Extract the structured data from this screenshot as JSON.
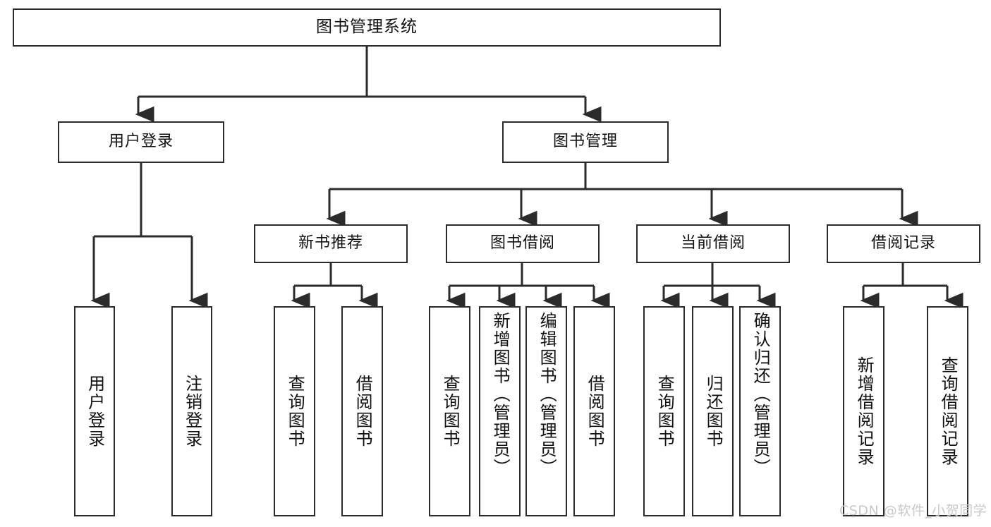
{
  "diagram": {
    "type": "tree-hierarchy-chart",
    "title": "图书管理系统",
    "watermark": "CSDN @软件_小贺同学",
    "colors": {
      "stroke": "#2b2b2b",
      "box_fill": "#ffffff",
      "text": "#111111",
      "watermark": "#c9c9c9",
      "background": "#ffffff"
    },
    "nodes": {
      "root": {
        "label": "图书管理系统"
      },
      "level1": [
        {
          "label": "用户登录"
        },
        {
          "label": "图书管理"
        }
      ],
      "level2": [
        {
          "label": "新书推荐"
        },
        {
          "label": "图书借阅"
        },
        {
          "label": "当前借阅"
        },
        {
          "label": "借阅记录"
        }
      ],
      "leaves": [
        {
          "label": "用户登录",
          "parent": "用户登录"
        },
        {
          "label": "注销登录",
          "parent": "用户登录"
        },
        {
          "label": "查询图书",
          "parent": "新书推荐"
        },
        {
          "label": "借阅图书",
          "parent": "新书推荐"
        },
        {
          "label": "查询图书",
          "parent": "图书借阅"
        },
        {
          "label": "新增图书（管理员）",
          "parent": "图书借阅"
        },
        {
          "label": "编辑图书（管理员）",
          "parent": "图书借阅"
        },
        {
          "label": "借阅图书",
          "parent": "图书借阅"
        },
        {
          "label": "查询图书",
          "parent": "当前借阅"
        },
        {
          "label": "归还图书",
          "parent": "当前借阅"
        },
        {
          "label": "确认归还（管理员）",
          "parent": "当前借阅"
        },
        {
          "label": "新增借阅记录",
          "parent": "借阅记录"
        },
        {
          "label": "查询借阅记录",
          "parent": "借阅记录"
        }
      ]
    }
  }
}
